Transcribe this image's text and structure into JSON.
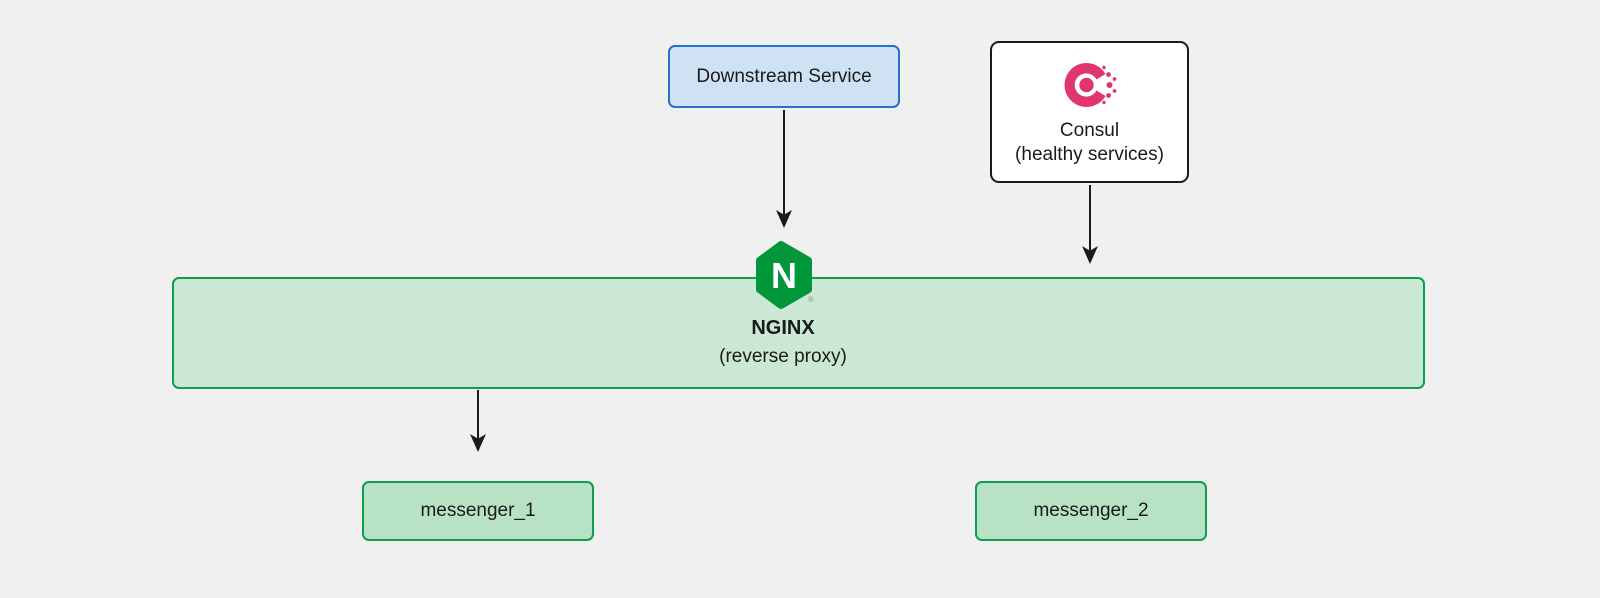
{
  "diagram": {
    "background_color": "#f0f0f0",
    "nodes": {
      "downstream_service": {
        "label": "Downstream Service",
        "fill": "#cfe2f3",
        "stroke": "#2471c8"
      },
      "consul": {
        "label_line_1": "Consul",
        "label_line_2": "(healthy services)",
        "fill": "#ffffff",
        "stroke": "#1a1a1a",
        "logo_name": "consul-logo",
        "logo_color": "#e0356f"
      },
      "nginx": {
        "title": "NGINX",
        "subtitle": "(reverse proxy)",
        "trademark": "®",
        "container_fill": "#cbe8d4",
        "container_stroke": "#0f9d4f",
        "logo_name": "nginx-hexagon-logo",
        "logo_color": "#009639",
        "logo_letter": "N"
      },
      "messenger_1": {
        "label": "messenger_1",
        "fill": "#b8e2c4",
        "stroke": "#0f9d4f"
      },
      "messenger_2": {
        "label": "messenger_2",
        "fill": "#b8e2c4",
        "stroke": "#0f9d4f"
      }
    },
    "edges": [
      {
        "name": "downstream-service-to-nginx",
        "from": "downstream_service",
        "to": "nginx",
        "color": "#1a1a1a"
      },
      {
        "name": "consul-to-nginx",
        "from": "consul",
        "to": "nginx",
        "color": "#1a1a1a"
      },
      {
        "name": "nginx-to-messenger-1",
        "from": "nginx",
        "to": "messenger_1",
        "color": "#1a1a1a"
      }
    ]
  }
}
